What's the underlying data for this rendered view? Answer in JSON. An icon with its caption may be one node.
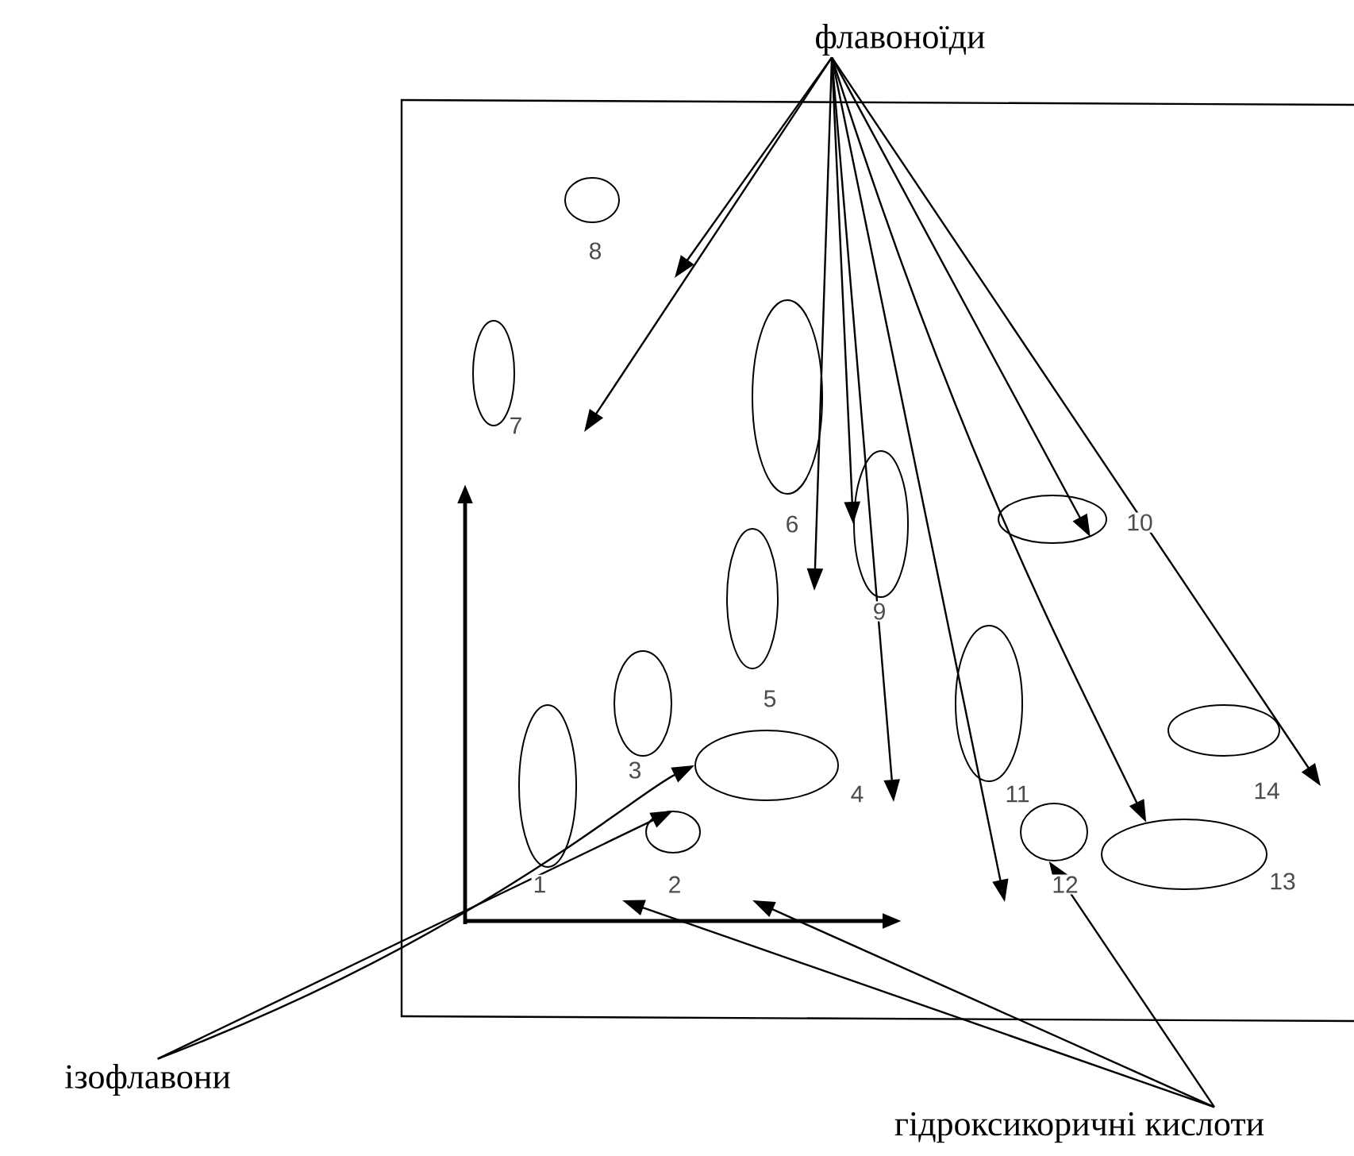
{
  "diagram": {
    "nodes": [
      {
        "text": [
          "флавоноїди"
        ]
      },
      {
        "text": [],
        "shape": "ellipse",
        "beside": [
          "1"
        ]
      },
      {
        "text": [],
        "shape": "ellipse",
        "beside": [
          "2"
        ]
      },
      {
        "text": [],
        "shape": "ellipse",
        "beside": [
          "3"
        ]
      },
      {
        "text": [],
        "shape": "ellipse",
        "beside": [
          "4"
        ]
      },
      {
        "text": [],
        "shape": "ellipse",
        "beside": [
          "5"
        ]
      },
      {
        "text": [],
        "shape": "ellipse",
        "beside": [
          "6"
        ]
      },
      {
        "text": [],
        "shape": "ellipse",
        "beside": [
          "7"
        ]
      },
      {
        "text": [],
        "shape": "ellipse",
        "beside": [
          "8"
        ]
      },
      {
        "text": [],
        "shape": "ellipse",
        "beside": [
          "9"
        ]
      },
      {
        "text": [],
        "shape": "ellipse",
        "beside": [
          "10"
        ]
      },
      {
        "text": [],
        "shape": "ellipse",
        "beside": [
          "11"
        ]
      },
      {
        "text": [],
        "shape": "ellipse",
        "beside": [
          "12"
        ]
      },
      {
        "text": [],
        "shape": "ellipse",
        "beside": [
          "13"
        ]
      },
      {
        "text": [],
        "shape": "ellipse",
        "beside": [
          "14"
        ]
      },
      {
        "text": [
          "ізофлавони"
        ]
      },
      {
        "text": [
          "гідроксикоричні кислоти"
        ]
      }
    ],
    "edges": [
      {
        "from": 0,
        "to": null,
        "arrow": "to"
      },
      {
        "from": 0,
        "to": null,
        "arrow": "to"
      },
      {
        "from": 0,
        "to": null,
        "arrow": "to"
      },
      {
        "from": 0,
        "to": 9,
        "arrow": "to"
      },
      {
        "from": 0,
        "to": null,
        "arrow": "to"
      },
      {
        "from": 0,
        "to": null,
        "arrow": "to"
      },
      {
        "from": 0,
        "to": 10,
        "arrow": "to"
      },
      {
        "from": 0,
        "to": 13,
        "arrow": "to"
      },
      {
        "from": 0,
        "to": null,
        "arrow": "to"
      },
      {
        "from": 15,
        "to": 4,
        "arrow": "to"
      },
      {
        "from": 15,
        "to": 2,
        "arrow": "to"
      },
      {
        "from": 16,
        "to": null,
        "arrow": "to"
      },
      {
        "from": 16,
        "to": null,
        "arrow": "to"
      },
      {
        "from": 16,
        "to": 12,
        "arrow": "to"
      }
    ]
  }
}
